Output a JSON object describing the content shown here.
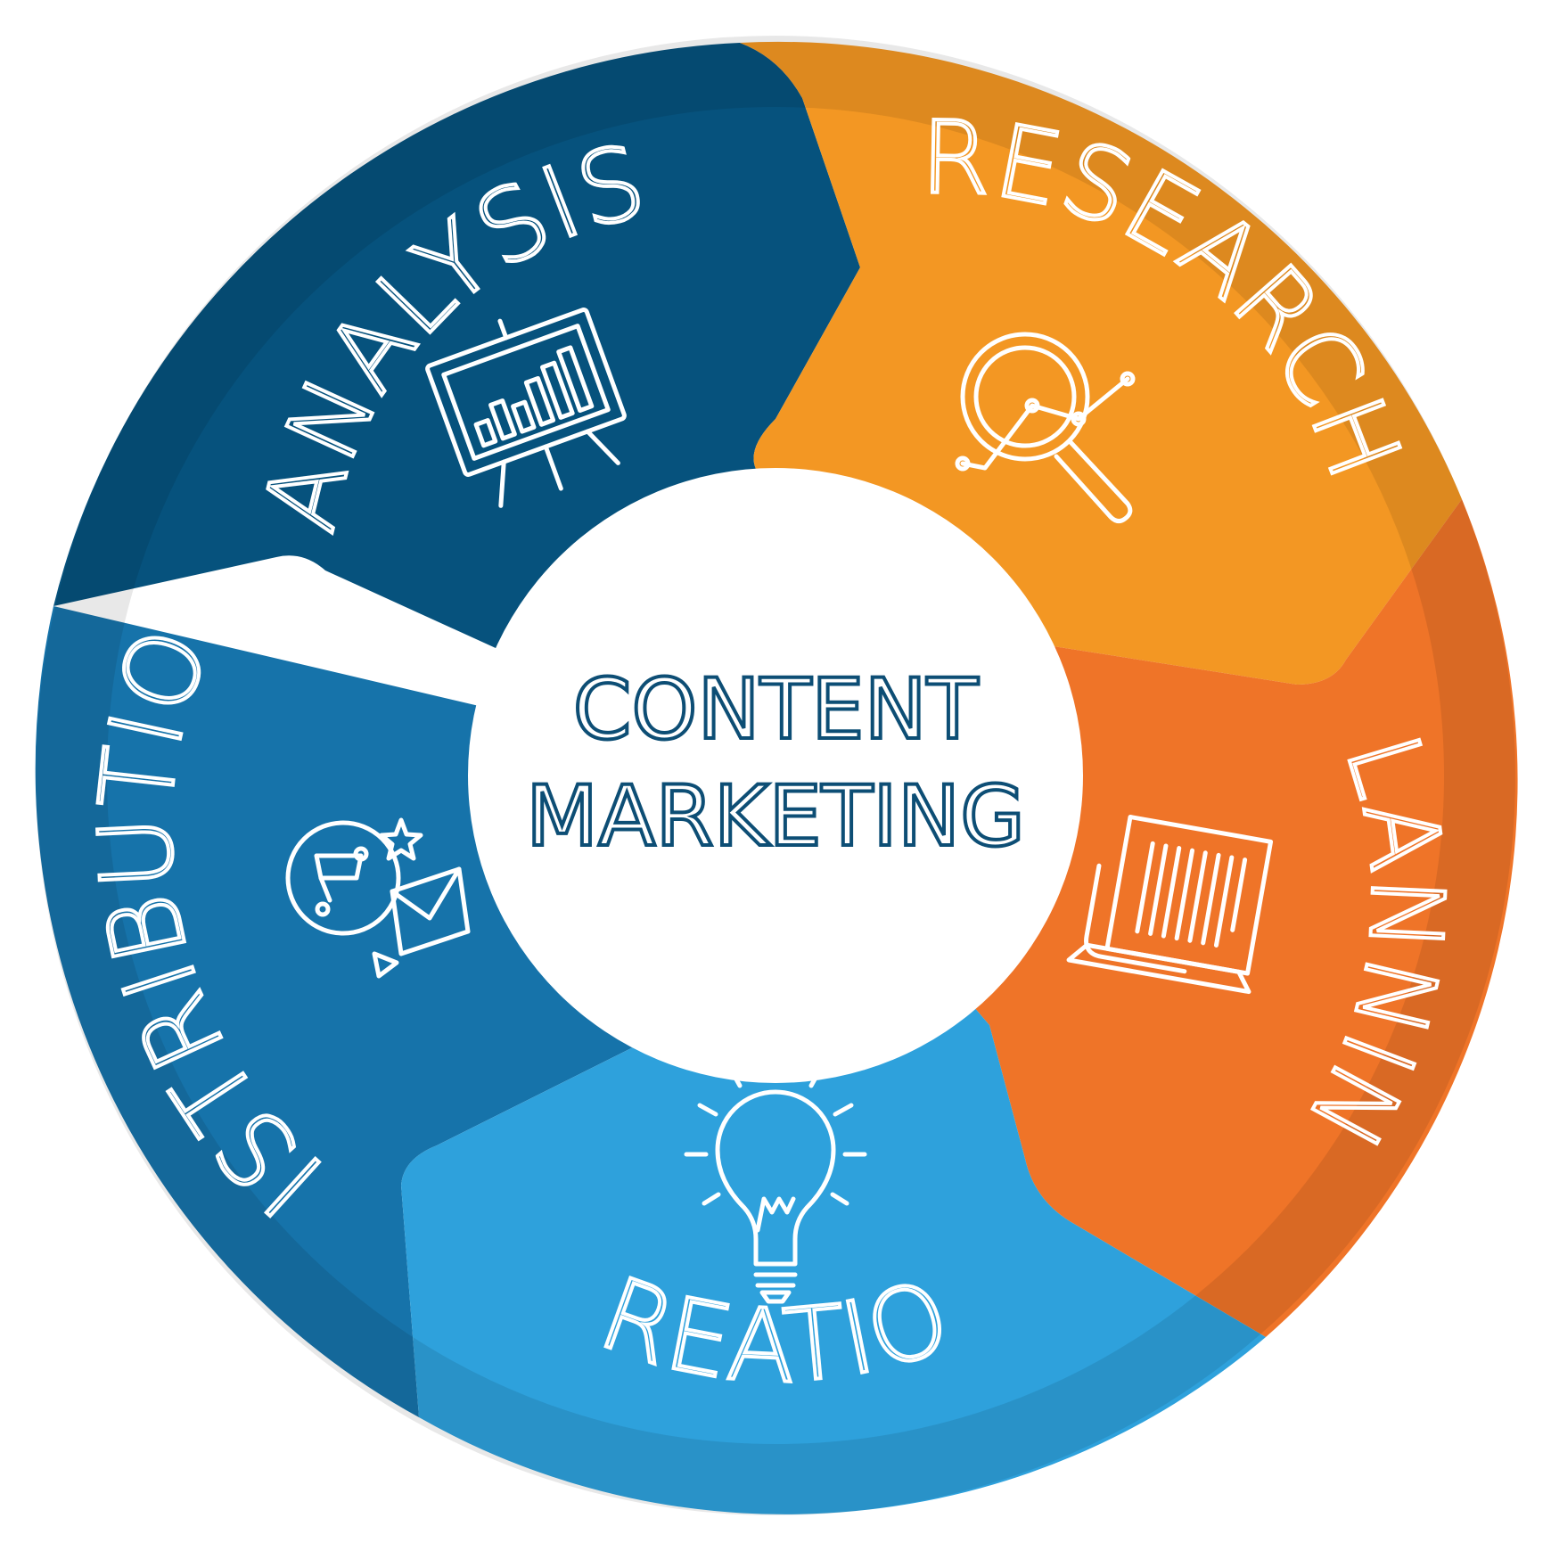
{
  "center": {
    "line1": "CONTENT",
    "line2": "MARKETING"
  },
  "segments": [
    {
      "id": "analysis",
      "label": "ANALYSIS",
      "icon": "presentation-chart-icon",
      "color": "#06527d",
      "rim": "#034b70"
    },
    {
      "id": "research",
      "label": "RESEARCH",
      "icon": "magnifier-graph-icon",
      "color": "#f39723",
      "rim": "#d9841d"
    },
    {
      "id": "planning",
      "label": "PLANNING",
      "icon": "laptop-document-icon",
      "color": "#ef7428",
      "rim": "#d9651e"
    },
    {
      "id": "creation",
      "label": "CREATION",
      "icon": "lightbulb-icon",
      "color": "#2ea1dc",
      "rim": "#2a8fc7"
    },
    {
      "id": "distribution",
      "label": "DISTRIBUTION",
      "icon": "share-email-icon",
      "color": "#1673aa",
      "rim": "#0f6599"
    }
  ]
}
